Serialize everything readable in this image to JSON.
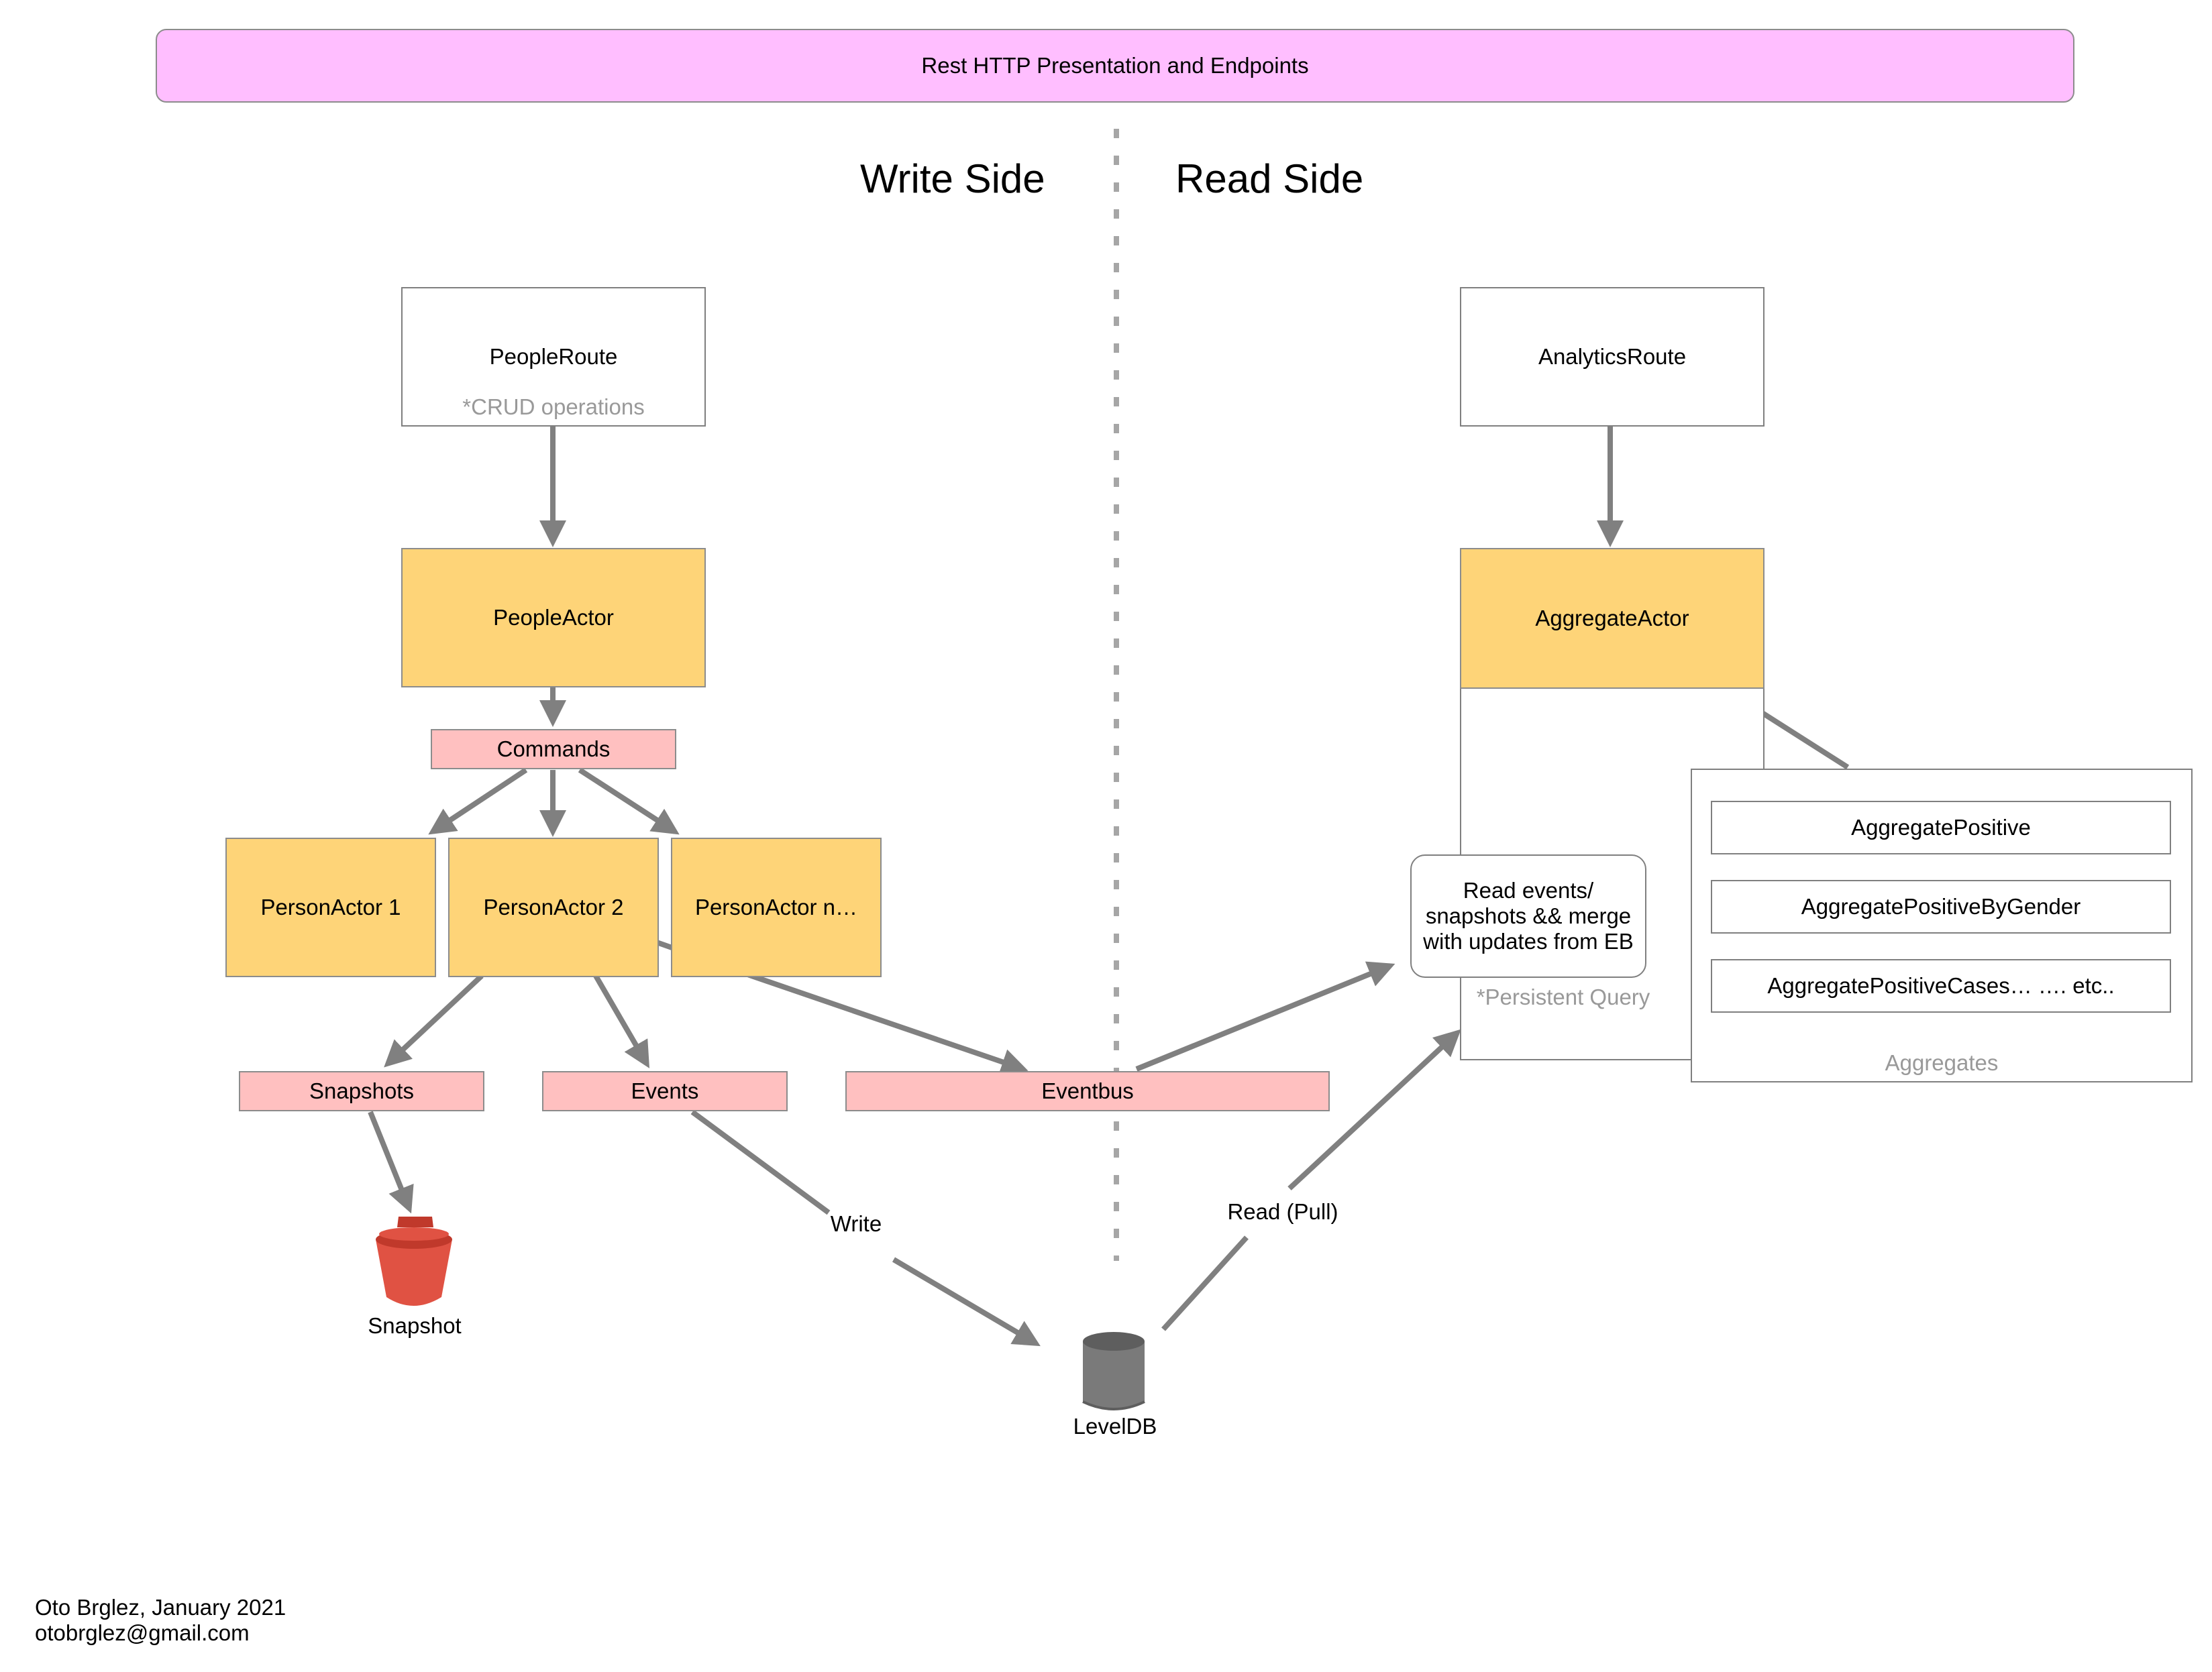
{
  "header": {
    "title": "Rest HTTP Presentation and Endpoints"
  },
  "sides": {
    "write": "Write Side",
    "read": "Read Side"
  },
  "write": {
    "people_route": {
      "title": "PeopleRoute",
      "note": "*CRUD operations"
    },
    "people_actor": "PeopleActor",
    "commands": "Commands",
    "person_actors": [
      "PersonActor 1",
      "PersonActor 2",
      "PersonActor n…"
    ],
    "snapshots": "Snapshots",
    "events": "Events",
    "eventbus": "Eventbus",
    "snapshot_store": "Snapshot",
    "write_edge": "Write"
  },
  "storage": {
    "leveldb": "LevelDB"
  },
  "read": {
    "analytics_route": "AnalyticsRoute",
    "aggregate_actor": "AggregateActor",
    "persistent_query": {
      "text_lines": [
        "Read events/",
        "snapshots && merge",
        "with updates from EB"
      ],
      "caption": "*Persistent Query"
    },
    "aggregates": {
      "items": [
        "AggregatePositive",
        "AggregatePositiveByGender",
        "AggregatePositiveCases… …. etc.."
      ],
      "caption": "Aggregates"
    },
    "read_edge": "Read (Pull)"
  },
  "footer": {
    "author": "Oto Brglez, January 2021",
    "email": "otobrglez@gmail.com"
  },
  "colors": {
    "header_fill": "#ffbeff",
    "actor_fill": "#fed478",
    "message_fill": "#ffc0c0",
    "bucket": "#e05243",
    "database": "#7a7a7a",
    "arrow": "#808080"
  },
  "icons": {
    "snapshot_store": "s3-bucket-icon",
    "leveldb": "database-cylinder-icon"
  }
}
